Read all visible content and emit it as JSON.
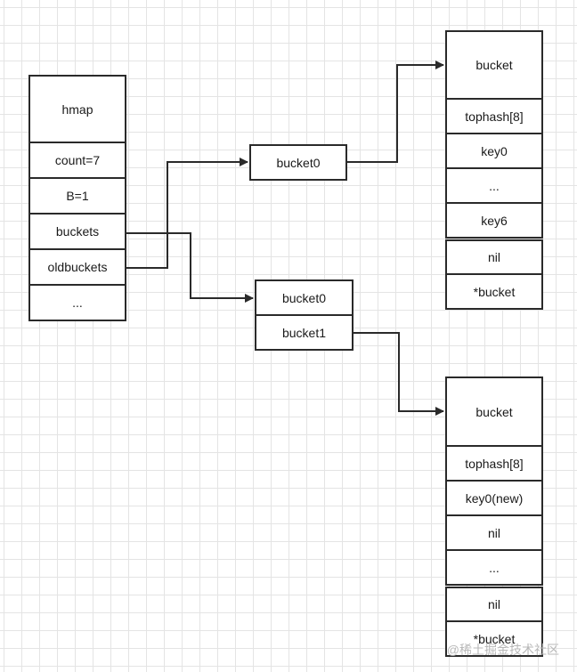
{
  "hmap": [
    "hmap",
    "count=7",
    "B=1",
    "buckets",
    "oldbuckets",
    "..."
  ],
  "old_bucket_array": [
    "bucket0"
  ],
  "new_bucket_array": [
    "bucket0",
    "bucket1"
  ],
  "bucket_a": [
    "bucket",
    "tophash[8]",
    "key0",
    "...",
    "key6",
    "nil",
    "*bucket"
  ],
  "bucket_b": [
    "bucket",
    "tophash[8]",
    "key0(new)",
    "nil",
    "...",
    "nil",
    "*bucket"
  ],
  "watermark": "@稀土掘金技术社区",
  "colors": {
    "line": "#2a2a2a",
    "grid": "#e4e4e4",
    "watermark": "#b8b8b8"
  }
}
